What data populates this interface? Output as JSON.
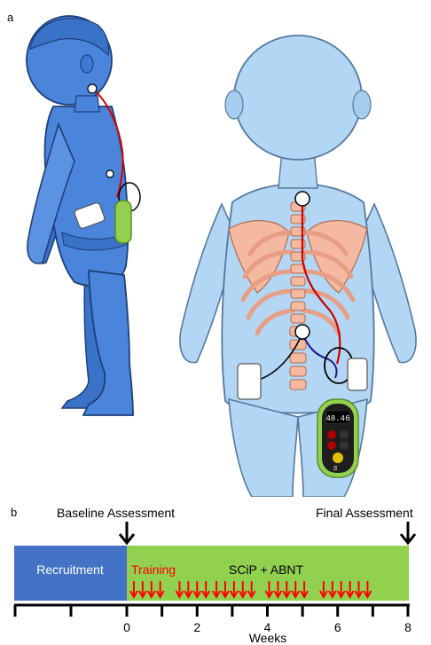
{
  "panel_a": {
    "label": "a",
    "device_display": "48.46",
    "device_brand": "S"
  },
  "panel_b": {
    "label": "b",
    "baseline_label": "Baseline Assessment",
    "final_label": "Final Assessment",
    "recruitment_label": "Recruitment",
    "training_label": "Training",
    "intervention_label": "SCiP + ABNT",
    "xlabel": "Weeks",
    "ticks": [
      "0",
      "2",
      "4",
      "6",
      "8"
    ],
    "colors": {
      "recruitment": "#4472c4",
      "intervention": "#92d050",
      "arrows": "#ff0000",
      "body_blue": "#3f7bd6",
      "body_light": "#b3d6f5",
      "bone": "#f4b9a0",
      "lead_red": "#cc0000"
    },
    "training_session_weeks": [
      0.2,
      0.45,
      0.7,
      0.95,
      1.5,
      1.75,
      2.0,
      2.25,
      2.55,
      2.8,
      3.05,
      3.3,
      3.55,
      4.05,
      4.3,
      4.55,
      4.8,
      5.05,
      5.6,
      5.85,
      6.1,
      6.35,
      6.6,
      6.85
    ]
  }
}
